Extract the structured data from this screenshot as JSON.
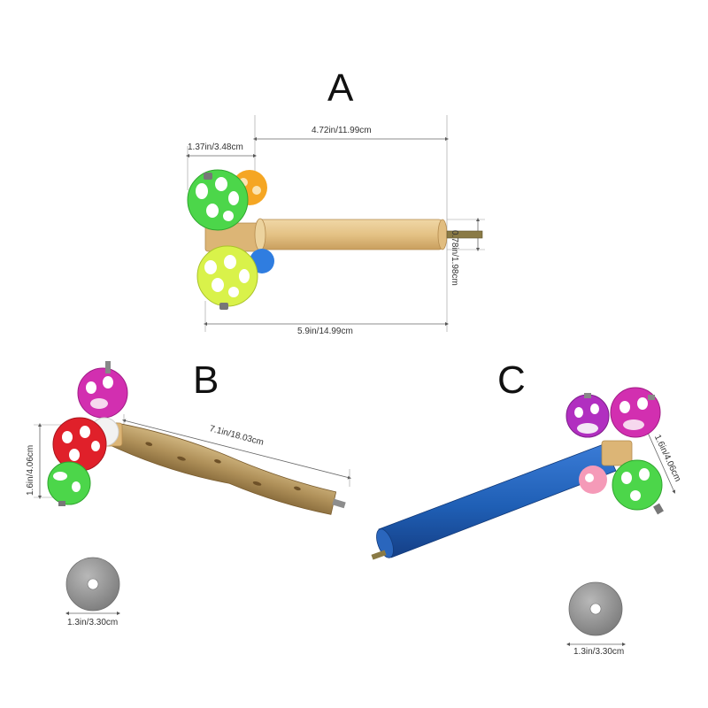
{
  "panels": {
    "a": {
      "letter": "A",
      "dims": {
        "length": "4.72in/11.99cm",
        "head_width": "1.37in/3.48cm",
        "diameter": "0.78in/1.98cm",
        "total_length": "5.9in/14.99cm"
      }
    },
    "b": {
      "letter": "B",
      "dims": {
        "length": "7.1in/18.03cm",
        "head_height": "1.6in/4.06cm",
        "washer": "1.3in/3.30cm"
      }
    },
    "c": {
      "letter": "C",
      "dims": {
        "head_height": "1.6in/4.06cm",
        "washer": "1.3in/3.30cm"
      }
    }
  },
  "colors": {
    "wood": "#e8c98e",
    "natural_branch": "#b89a62",
    "blue_perch": "#1f5fb5",
    "ball_green": "#4cd64a",
    "ball_yellow": "#d9f24a",
    "ball_orange": "#f5a623",
    "ball_blue": "#2f7de0",
    "ball_magenta": "#d22fb0",
    "ball_red": "#e0202a",
    "ball_pink": "#f59ab8",
    "washer": "#9a9a9a"
  }
}
